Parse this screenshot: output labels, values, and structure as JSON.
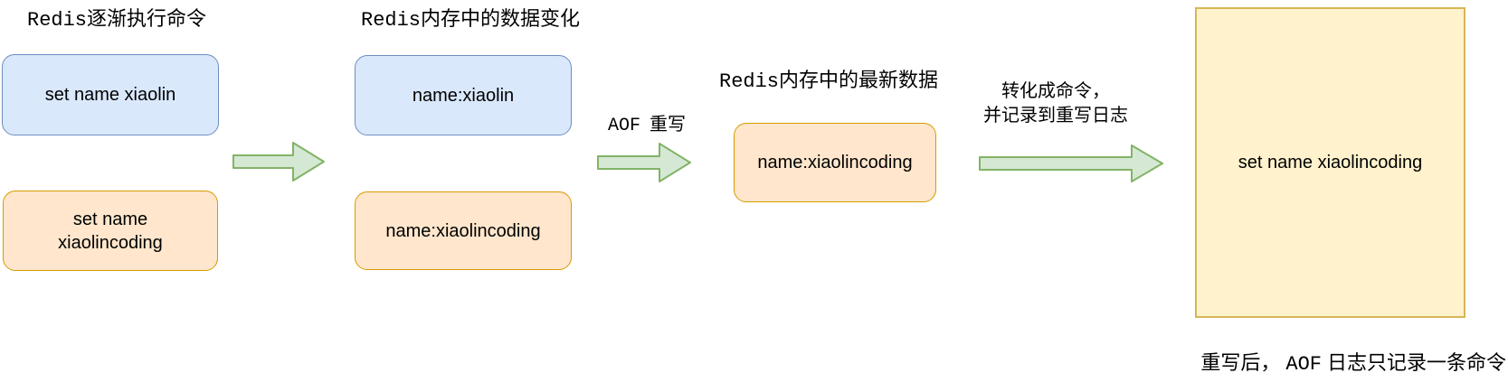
{
  "colors": {
    "blue_fill": "#dae8fc",
    "blue_stroke": "#6c8ebf",
    "orange_fill": "#ffe6cc",
    "orange_stroke": "#d79b00",
    "yellow_fill": "#fff2cc",
    "yellow_stroke": "#d6b656",
    "arrow_fill": "#d5e8d4",
    "arrow_stroke": "#82b366",
    "text": "#000000",
    "background": "#ffffff"
  },
  "headers": {
    "step_commands": {
      "mono": "Redis",
      "cn": "逐渐执行命令"
    },
    "memory_changes": {
      "mono": "Redis",
      "cn": "内存中的数据变化"
    },
    "latest_data": {
      "mono": "Redis",
      "cn": "内存中的最新数据"
    }
  },
  "nodes": {
    "cmd_set_xiaolin": "set name xiaolin",
    "cmd_set_xiaolincoding_lines": [
      "set name",
      "xiaolincoding"
    ],
    "mem_xiaolin": "name:xiaolin",
    "mem_xiaolincoding": "name:xiaolincoding",
    "latest_xiaolincoding": "name:xiaolincoding",
    "aof_log_command": "set name xiaolincoding"
  },
  "labels": {
    "aof_rewrite": {
      "mono": "AOF",
      "cn": "重写"
    },
    "convert_lines": [
      "转化成命令，",
      "并记录到重写日志"
    ],
    "footer": {
      "pre": "重写后，",
      "mono": "AOF",
      "post": "日志只记录一条命令"
    }
  }
}
